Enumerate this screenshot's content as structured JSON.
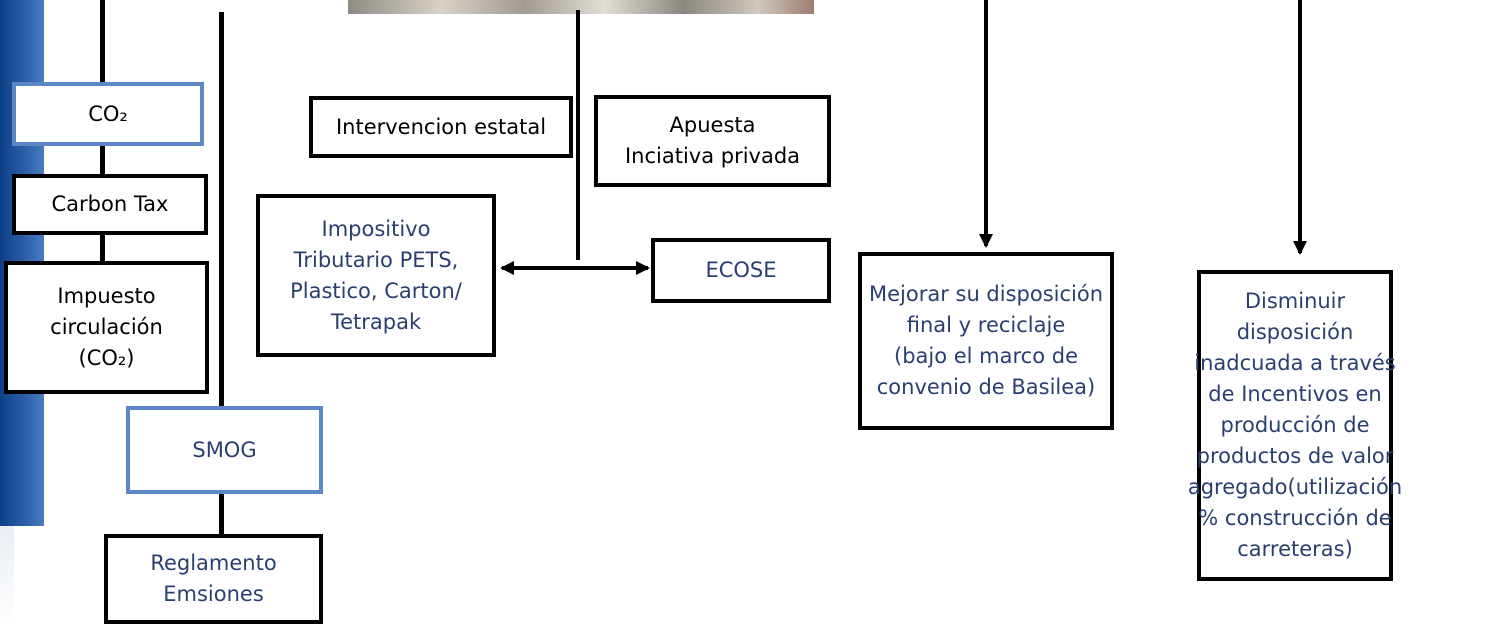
{
  "diagram": {
    "nodes": {
      "co2": "CO₂",
      "carbon_tax": "Carbon Tax",
      "impuesto_circulacion": "Impuesto\ncirculación\n(CO₂)",
      "smog": "SMOG",
      "reglamento": "Reglamento\nEmsiones",
      "intervencion": "Intervencion estatal",
      "apuesta": "Apuesta\nInciativa privada",
      "impositivo": "Impositivo\nTributario PETS,\nPlastico, Carton/\nTetrapak",
      "ecose": "ECOSE",
      "mejorar": "Mejorar su disposición\nfinal y reciclaje\n(bajo el marco de\nconvenio de Basilea)",
      "disminuir": "Disminuir disposición\ninadcuada a través\nde Incentivos en\nproducción de\nproductos de valor\nagregado(utilización\n% construcción de\ncarreteras)"
    },
    "colors": {
      "box_border": "#000000",
      "accent_border": "#5b87c5",
      "blue_text": "#2a3f70",
      "sidebar": "#1e4f98"
    }
  }
}
